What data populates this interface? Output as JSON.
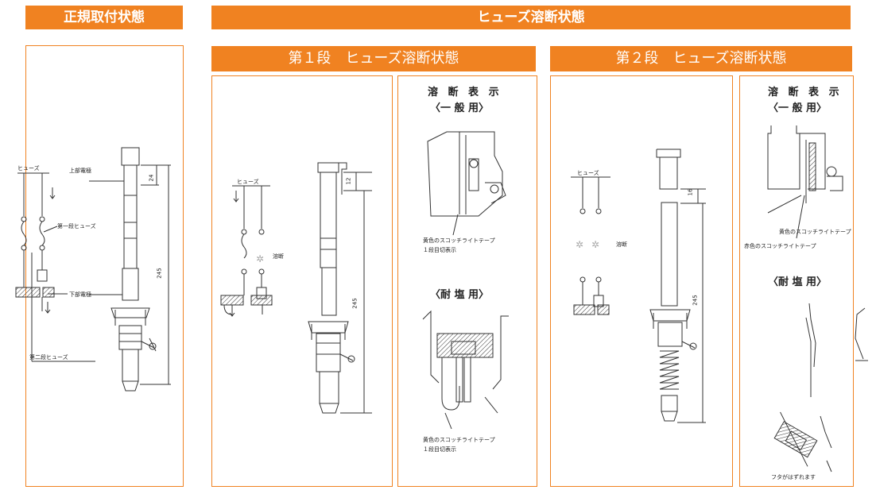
{
  "headers": {
    "normal": "正規取付状態",
    "blown": "ヒューズ溶断状態",
    "stage1": "第１段　ヒューズ溶断状態",
    "stage2": "第２段　ヒューズ溶断状態"
  },
  "normal_panel": {
    "fuse": "ヒューズ",
    "upper_electrode": "上部電極",
    "first_fuse": "第一段ヒューズ",
    "lower_electrode": "下部電極",
    "second_fuse": "第二段ヒューズ",
    "dim_top": "24",
    "dim_total": "245"
  },
  "stage1_panel": {
    "fuse": "ヒューズ",
    "blown": "溶断",
    "dim_top": "12",
    "dim_total": "245"
  },
  "stage1_indicator": {
    "title": "溶 断 表 示",
    "general": "〈一 般 用〉",
    "tape_label": "黄色のスコッチライトテープ",
    "tape_sub": "１段目切表示",
    "salt": "〈耐 塩 用〉",
    "tape_label2": "黄色のスコッチライトテープ",
    "tape_sub2": "１段目切表示"
  },
  "stage2_panel": {
    "fuse": "ヒューズ",
    "blown": "溶断",
    "dim_top": "16",
    "dim_total": "245"
  },
  "stage2_indicator": {
    "title": "溶 断 表 示",
    "general": "〈一 般 用〉",
    "yellow_tape": "黄色のスコッチライトテープ",
    "red_tape": "赤色のスコッチライトテープ",
    "salt": "〈耐 塩 用〉",
    "cap_off": "フタがはずれます"
  }
}
